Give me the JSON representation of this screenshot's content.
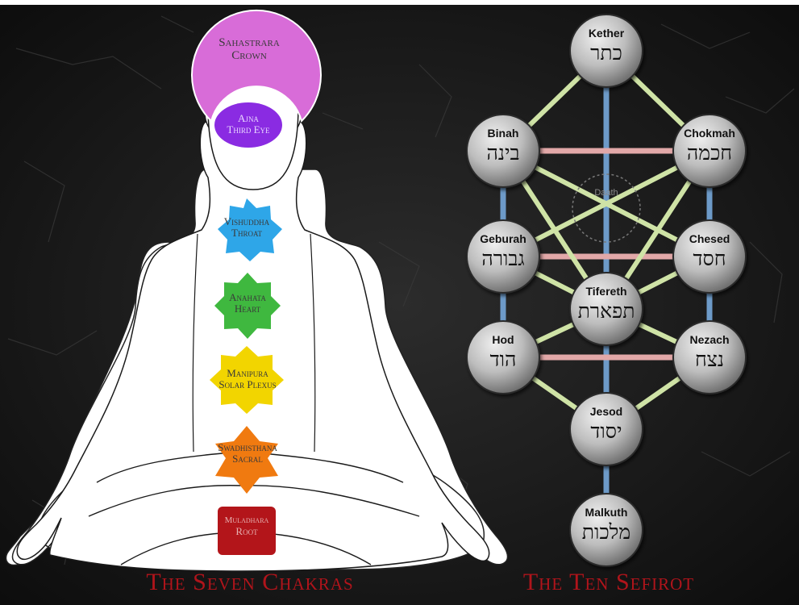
{
  "colors": {
    "background": "#141414",
    "title_red": "#b0141b",
    "crown": "#d86cd8",
    "third_eye": "#8a2be2",
    "throat": "#2ea6e8",
    "heart": "#3fb83f",
    "solar_plexus": "#f2d500",
    "sacral": "#f07a10",
    "root": "#b3151a",
    "path_vertical": "#6d9ac8",
    "path_horizontal": "#e2a8a8",
    "path_diagonal": "#cfe3a6",
    "node_fill": "#bdbdbd"
  },
  "chakras": {
    "title": "The Seven Chakras",
    "items": [
      {
        "name": "Sahastrara",
        "sub": "Crown"
      },
      {
        "name": "Ajna",
        "sub": "Third Eye"
      },
      {
        "name": "Vishuddha",
        "sub": "Throat"
      },
      {
        "name": "Anahata",
        "sub": "Heart"
      },
      {
        "name": "Manipura",
        "sub": "Solar Plexus"
      },
      {
        "name": "Swadhisthana",
        "sub": "Sacral"
      },
      {
        "name": "Muladhara",
        "sub": "Root"
      }
    ]
  },
  "sefirot": {
    "title": "The Ten Sefirot",
    "daath": "Daath",
    "nodes": [
      {
        "name": "Kether",
        "hebrew": "כתר"
      },
      {
        "name": "Chokmah",
        "hebrew": "חכמה"
      },
      {
        "name": "Binah",
        "hebrew": "בינה"
      },
      {
        "name": "Chesed",
        "hebrew": "חסד"
      },
      {
        "name": "Geburah",
        "hebrew": "גבורה"
      },
      {
        "name": "Tifereth",
        "hebrew": "תפארת"
      },
      {
        "name": "Nezach",
        "hebrew": "נצח"
      },
      {
        "name": "Hod",
        "hebrew": "הוד"
      },
      {
        "name": "Jesod",
        "hebrew": "יסוד"
      },
      {
        "name": "Malkuth",
        "hebrew": "מלכות"
      }
    ]
  }
}
